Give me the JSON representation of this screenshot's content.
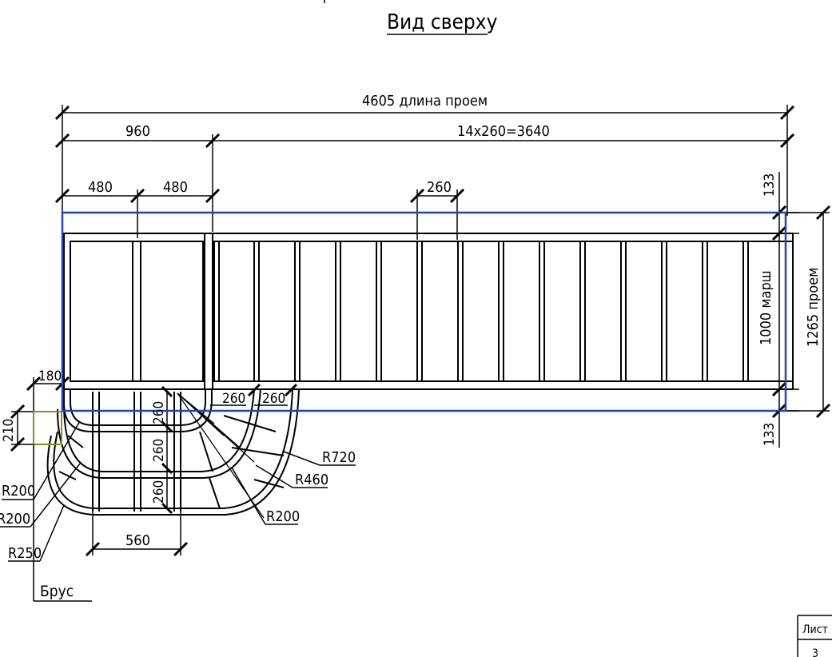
{
  "title": "Вид сверху",
  "dimensions": {
    "total": "4605 длина проем",
    "landing": "960",
    "flight": "14х260=3640",
    "half_left": "480",
    "half_right": "480",
    "step": "260",
    "offset_top": "133",
    "offset_bottom": "133",
    "march_width": "1000 марш",
    "opening_width": "1265 проем",
    "post_offset": "180",
    "post_size": "210",
    "winder_step_1": "260",
    "winder_step_2": "260",
    "winder_step_3": "260",
    "winder_step_4": "260",
    "winder_step_5": "260",
    "bottom_width": "560"
  },
  "radii": [
    "R720",
    "R460",
    "R200",
    "R200",
    "R200",
    "R250"
  ],
  "labels": {
    "beam": "Брус"
  },
  "title_block": {
    "sheet_label": "Лист",
    "sheet_number": "3"
  },
  "colors": {
    "opening_outline": "#1f45b4",
    "beam_post": "#8c8c1e",
    "line": "#000000"
  }
}
